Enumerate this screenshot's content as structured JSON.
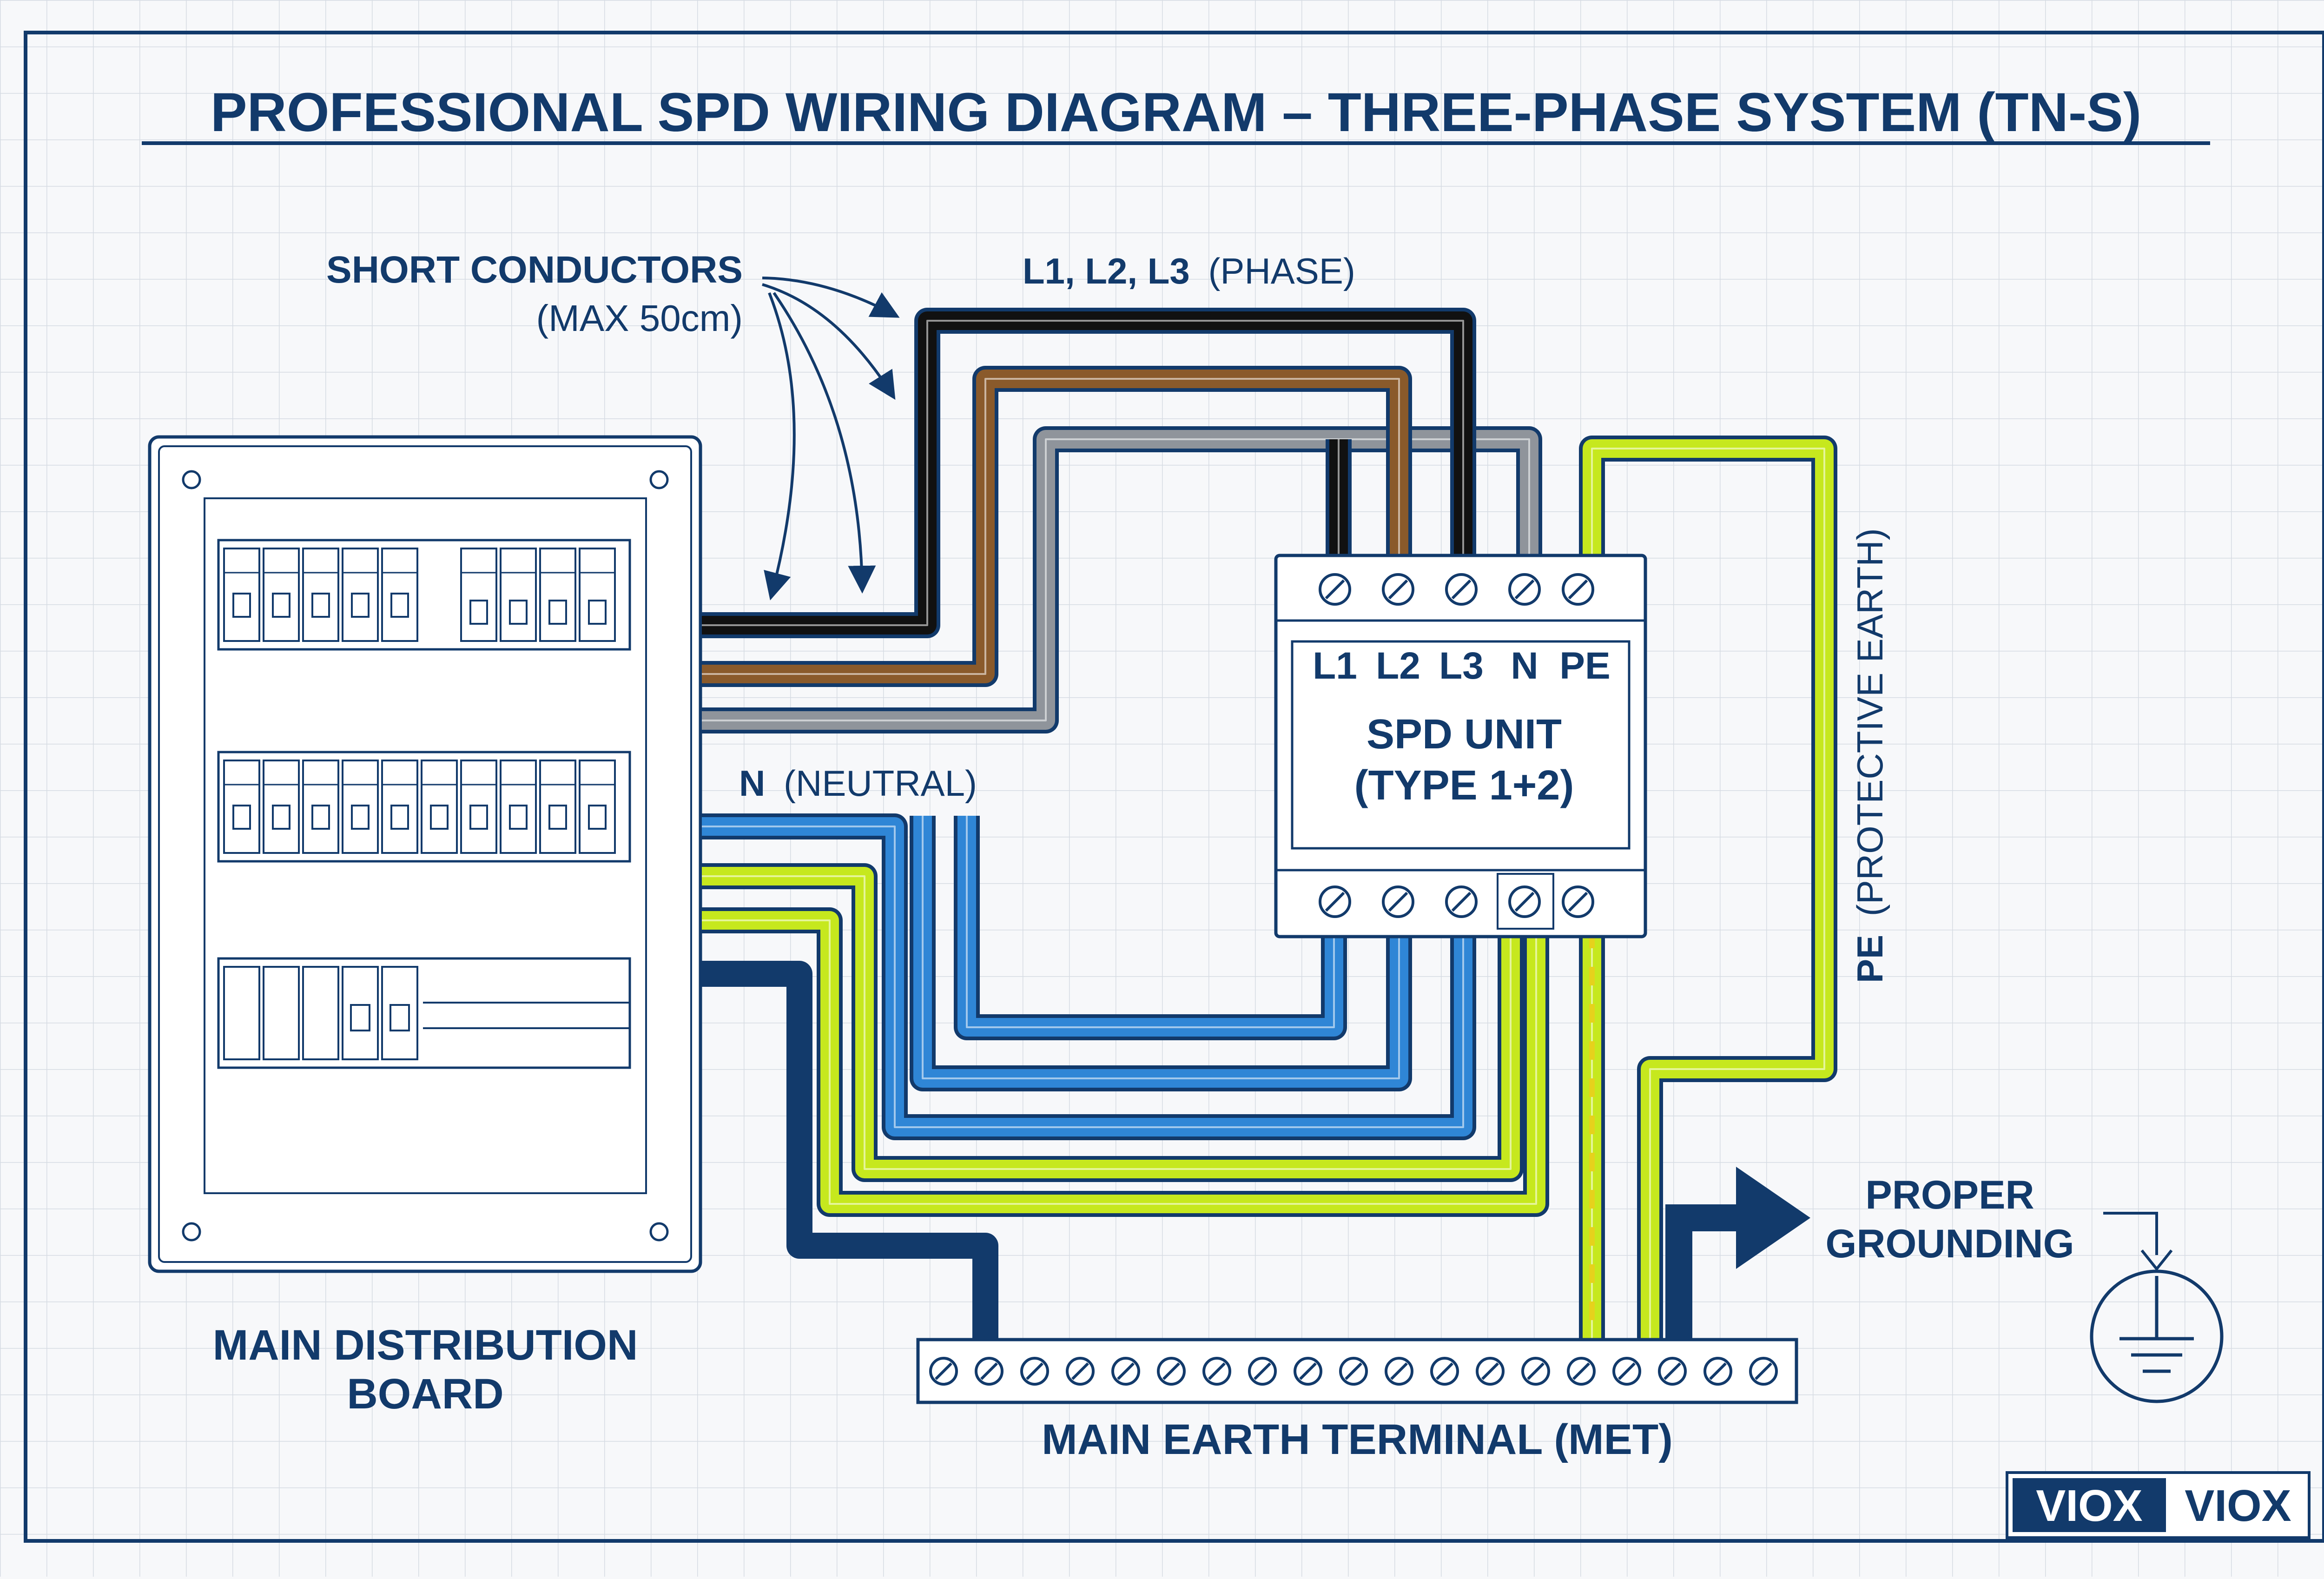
{
  "title": "PROFESSIONAL SPD WIRING DIAGRAM – THREE-PHASE SYSTEM (TN-S)",
  "labels": {
    "short_conductors": "SHORT CONDUCTORS",
    "short_conductors_note": "(MAX 50cm)",
    "phase_bold": "L1, L2, L3",
    "phase_note": "(PHASE)",
    "neutral_bold": "N",
    "neutral_note": "(NEUTRAL)",
    "pe_bold": "PE",
    "pe_note": "(PROTECTIVE EARTH)",
    "mdb_line1": "MAIN DISTRIBUTION",
    "mdb_line2": "BOARD",
    "met": "MAIN EARTH TERMINAL (MET)",
    "grounding_line1": "PROPER",
    "grounding_line2": "GROUNDING"
  },
  "spd": {
    "terminals": [
      "L1",
      "L2",
      "L3",
      "N",
      "PE"
    ],
    "name_line1": "SPD UNIT",
    "name_line2": "(TYPE 1+2)"
  },
  "brand": {
    "left": "VIOX",
    "right": "VIOX"
  },
  "colors": {
    "navy": "#123a6b",
    "phase_l1": "#111111",
    "phase_l2": "#8a5a2b",
    "phase_l3": "#8f949b",
    "neutral": "#2f86d6",
    "earth_green": "#c6e81e",
    "earth_yellow": "#e6d21c",
    "grid": "#d6dbe3"
  },
  "icons": [
    "ground-symbol-icon",
    "arrow-icon"
  ]
}
